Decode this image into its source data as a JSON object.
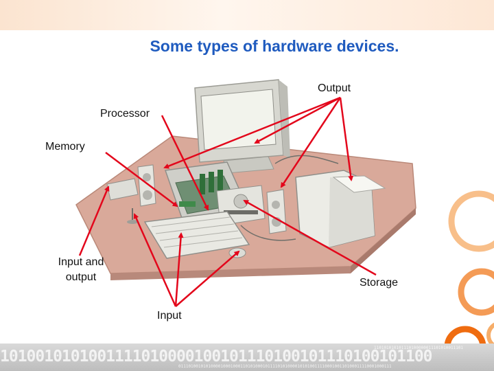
{
  "slide": {
    "title": "Some types of hardware devices.",
    "labels": {
      "output": "Output",
      "processor": "Processor",
      "memory": "Memory",
      "input_output_line1": "Input and",
      "input_output_line2": "output",
      "storage": "Storage",
      "input": "Input"
    },
    "footer": {
      "binary_large": "1010010101001111010000100101110100101110100101100",
      "binary_small_row1": "110101010101110100000011101010011101",
      "binary_small_row2": "01110100101010000100010001101010001011110101000010101001111000100110100011110001000111"
    },
    "colors": {
      "title": "#1f5bbf",
      "arrow": "#e3061b",
      "accent_orange": "#f07a1e"
    }
  }
}
